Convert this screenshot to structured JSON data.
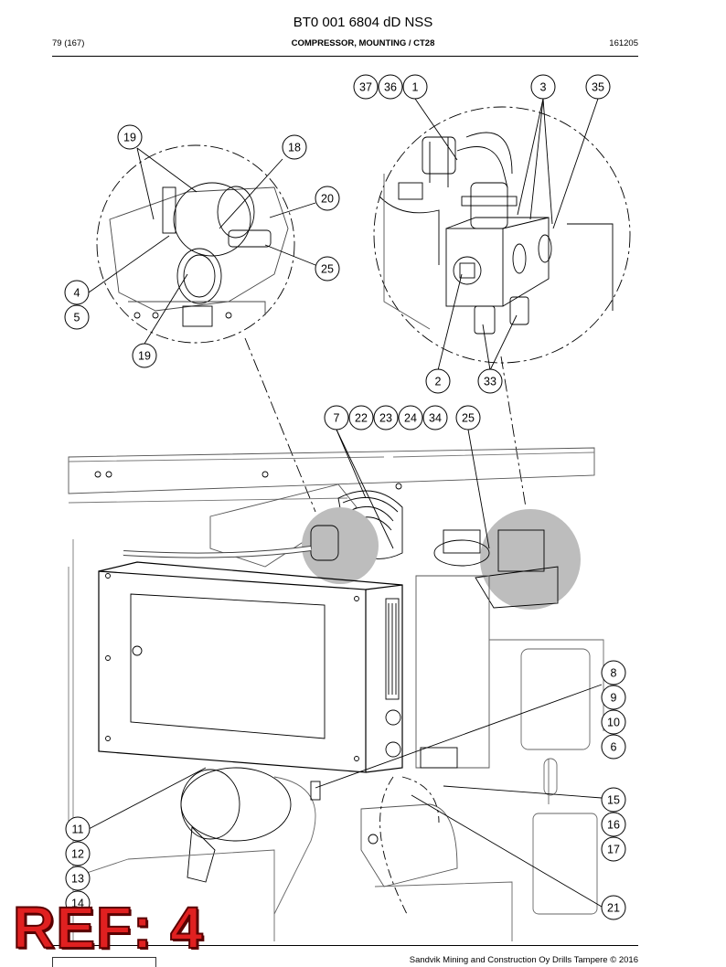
{
  "header": {
    "doc_number": "BT0 001 6804 dD NSS",
    "page": "79 (167)",
    "section_title": "COMPRESSOR, MOUNTING / CT28",
    "date_code": "161205"
  },
  "callouts": {
    "c37": "37",
    "c36": "36",
    "c1": "1",
    "c3": "3",
    "c35": "35",
    "c19a": "19",
    "c18": "18",
    "c20": "20",
    "c25a": "25",
    "c4": "4",
    "c5": "5",
    "c19b": "19",
    "c2": "2",
    "c33": "33",
    "c7": "7",
    "c22": "22",
    "c23": "23",
    "c24": "24",
    "c34": "34",
    "c25b": "25",
    "c8": "8",
    "c9": "9",
    "c10": "10",
    "c6": "6",
    "c11": "11",
    "c12": "12",
    "c13": "13",
    "c14": "14",
    "c15": "15",
    "c16": "16",
    "c17": "17",
    "c21": "21"
  },
  "footer": {
    "copyright": "Sandvik Mining and Construction Oy Drills Tampere © 2016"
  },
  "stamp": {
    "text": "REF: 4",
    "color": "#e02020"
  }
}
